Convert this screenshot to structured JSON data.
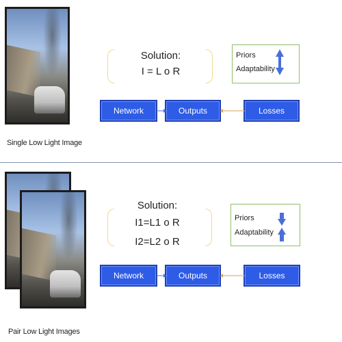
{
  "colors": {
    "block_fill": "#2e5ce6",
    "arrow_blue": "#4a6fd8",
    "arrow_orange": "#d9a35a",
    "brace": "#f2d98a",
    "priors_border": "#8fbf6a",
    "divider": "#7f93b3"
  },
  "top": {
    "caption": "Single Low Light Image",
    "solution_title": "Solution:",
    "solution_line1": "I = L o R",
    "priors_label": "Priors",
    "adaptability_label": "Adaptability",
    "blocks": [
      "Network",
      "Outputs",
      "Losses"
    ]
  },
  "bottom": {
    "caption": "Pair Low Light Images",
    "solution_title": "Solution:",
    "solution_line1": "I1=L1 o R",
    "solution_line2": "I2=L2 o R",
    "priors_label": "Priors",
    "adaptability_label": "Adaptability",
    "blocks": [
      "Network",
      "Outputs",
      "Losses"
    ]
  }
}
